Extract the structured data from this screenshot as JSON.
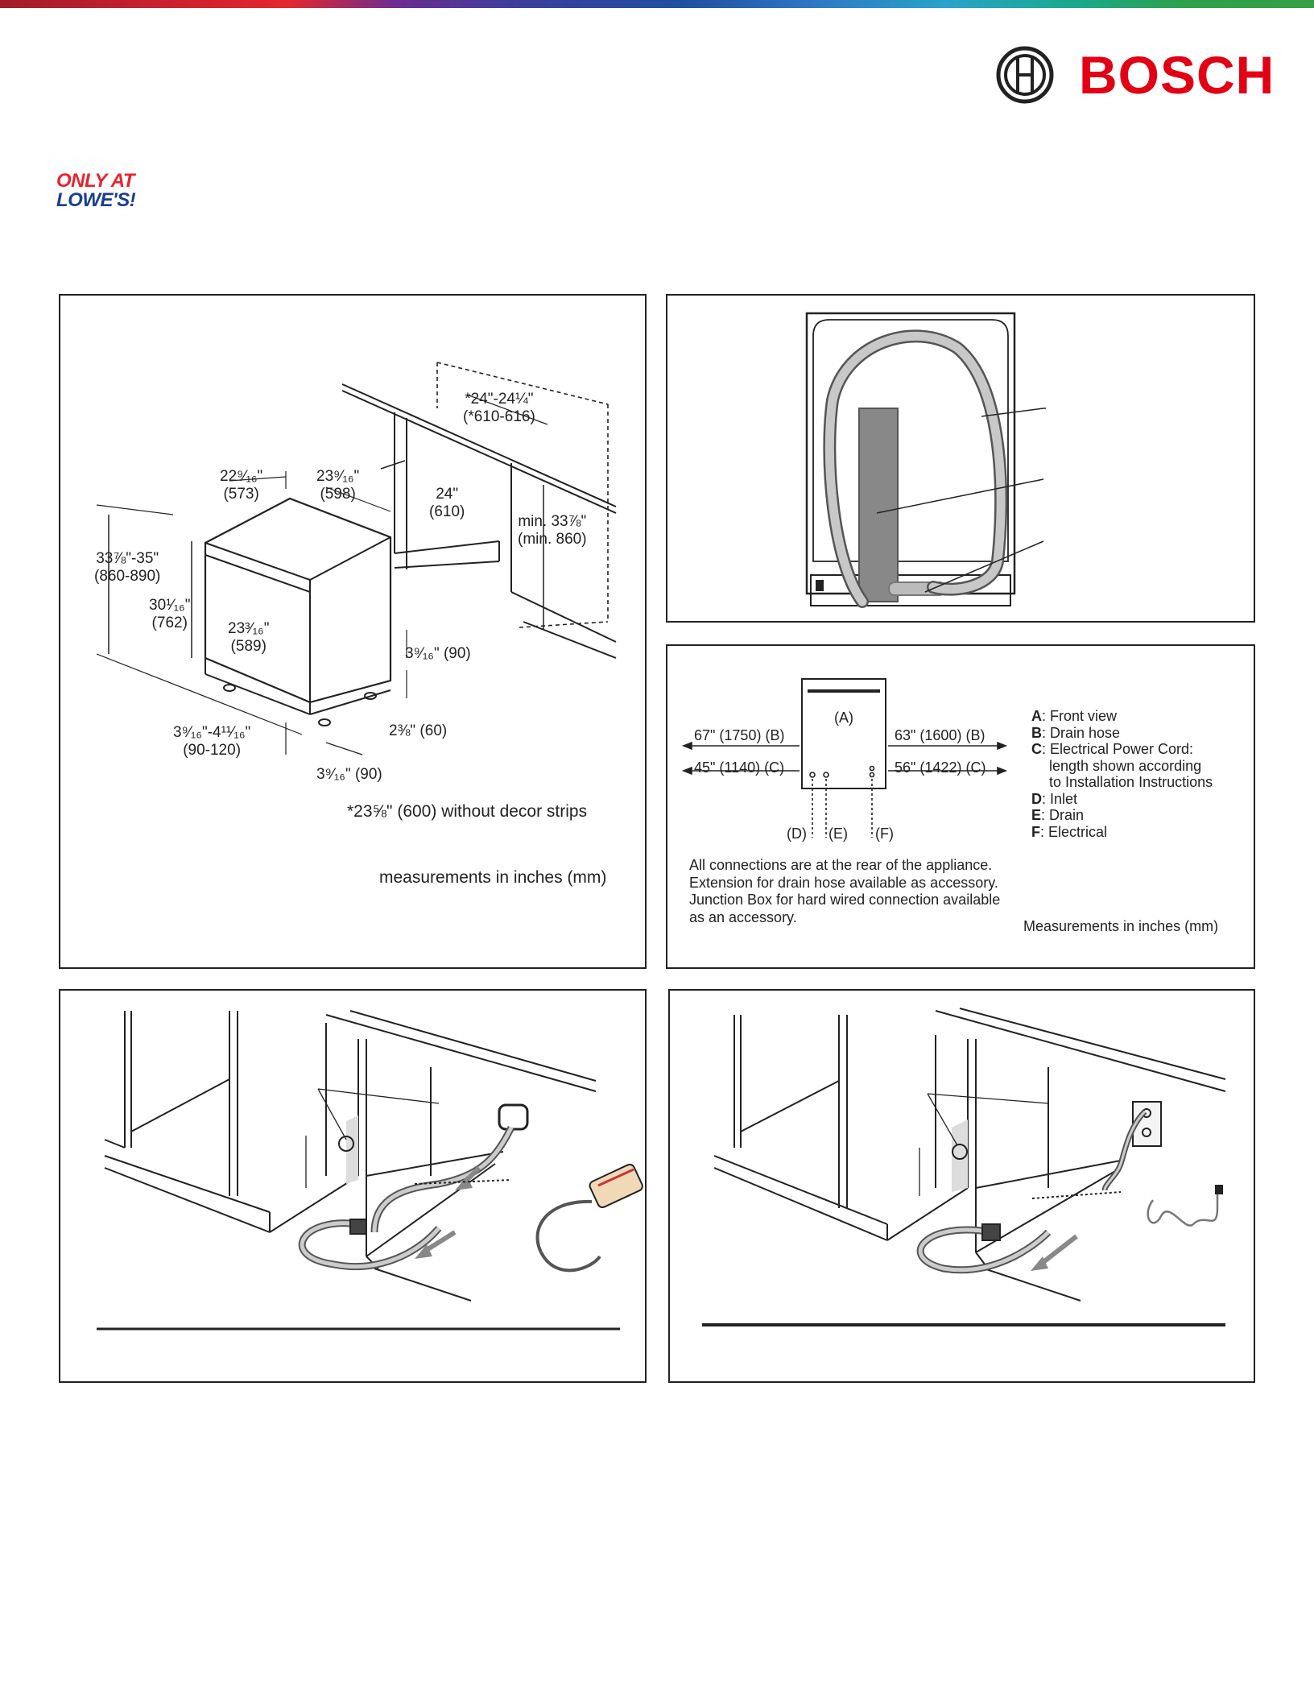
{
  "header": {
    "brand": "BOSCH",
    "badge_line1": "ONLY AT",
    "badge_line2": "LOWE'S!"
  },
  "panel1": {
    "dim_width_range": "*24\"-24¼\"",
    "dim_width_range_mm": "(*610-616)",
    "dim_depth_in": "22⁹⁄₁₆\"",
    "dim_depth_mm": "(573)",
    "dim_width_in": "23⁹⁄₁₆\"",
    "dim_width_mm": "(598)",
    "dim_cab_depth_in": "24\"",
    "dim_cab_depth_mm": "(610)",
    "dim_min_height_in": "min. 33⅞\"",
    "dim_min_height_mm": "(min. 860)",
    "dim_height_range_in": "33⅞\"-35\"",
    "dim_height_range_mm": "(860-890)",
    "dim_body_height_in": "30¹⁄₁₆\"",
    "dim_body_height_mm": "(762)",
    "dim_door_in": "23³⁄₁₆\"",
    "dim_door_mm": "(589)",
    "dim_toe_depth": "3⁹⁄₁₆\" (90)",
    "dim_toe_height": "2⅜\" (60)",
    "dim_leg_range_in": "3⁹⁄₁₆\"-4¹¹⁄₁₆\"",
    "dim_leg_range_mm": "(90-120)",
    "dim_toe_bottom": "3⁹⁄₁₆\" (90)",
    "footnote": "*23⅝\" (600) without decor strips",
    "measurements_note": "measurements in inches (mm)"
  },
  "panel3": {
    "label_a": "(A)",
    "left_b": "67\" (1750) (B)",
    "left_c": "45\" (1140) (C)",
    "right_b": "63\" (1600) (B)",
    "right_c": "56\" (1422) (C)",
    "label_d": "(D)",
    "label_e": "(E)",
    "label_f": "(F)",
    "legend": [
      {
        "key": "A",
        "text": ": Front view"
      },
      {
        "key": "B",
        "text": ": Drain hose"
      },
      {
        "key": "C",
        "text": ": Electrical Power Cord:"
      },
      {
        "key": "",
        "text": "length shown according"
      },
      {
        "key": "",
        "text": "to Installation Instructions"
      },
      {
        "key": "D",
        "text": ": Inlet"
      },
      {
        "key": "E",
        "text": ": Drain"
      },
      {
        "key": "F",
        "text": ": Electrical"
      }
    ],
    "connections_note": [
      "All connections are at the rear of the appliance.",
      "Extension for drain hose available as accessory.",
      "Junction Box for hard wired connection available",
      "as an accessory."
    ],
    "measurements_note": "Measurements in inches (mm)"
  },
  "colors": {
    "bosch_red": "#e20015",
    "lowes_red": "#e3262f",
    "lowes_blue": "#1b3f8f",
    "border": "#222222"
  }
}
